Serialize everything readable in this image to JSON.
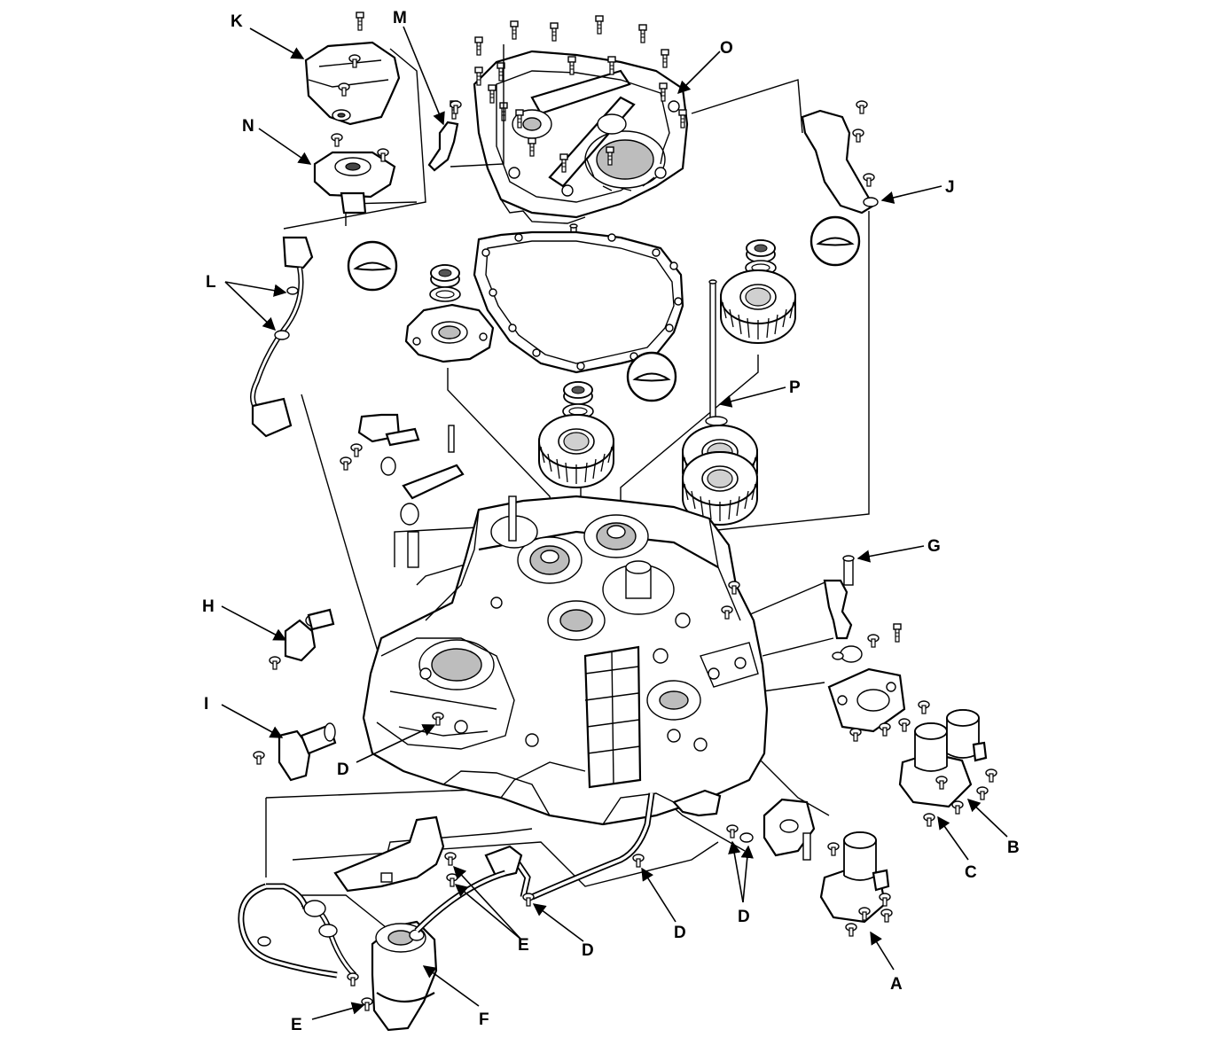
{
  "callouts": {
    "K": "K",
    "M": "M",
    "O": "O",
    "N": "N",
    "J": "J",
    "L": "L",
    "P": "P",
    "G": "G",
    "H": "H",
    "I": "I",
    "D1": "D",
    "B": "B",
    "C": "C",
    "E1": "E",
    "D2": "D",
    "D3": "D",
    "D4": "D",
    "A": "A",
    "E2": "E",
    "F": "F"
  },
  "colors": {
    "line": "#000000",
    "shade": "#bdbdbd",
    "background": "#ffffff"
  }
}
